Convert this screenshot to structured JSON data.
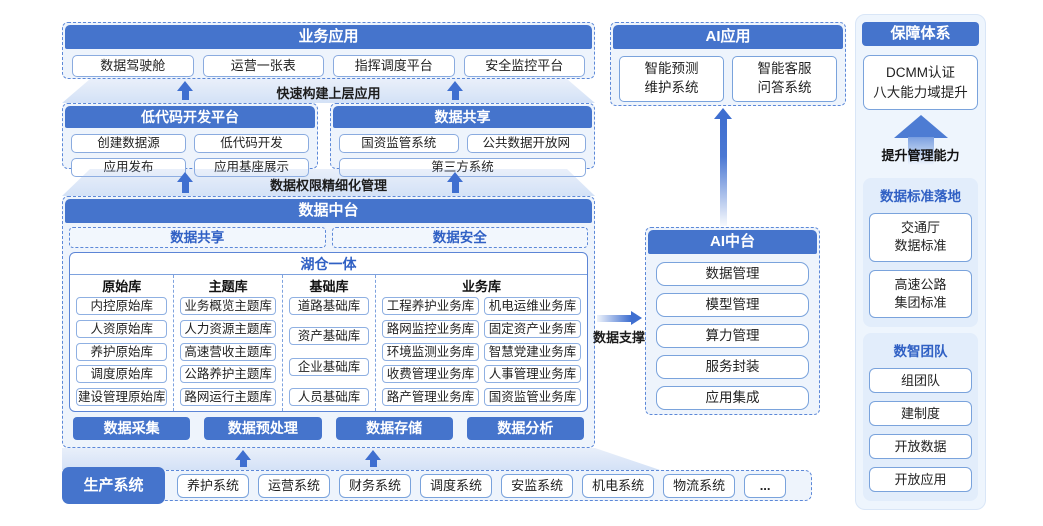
{
  "colors": {
    "primary_blue": "#4574cc",
    "arrow_blue": "#3f6fd0",
    "panel_light": "#eef4fc",
    "accent_text": "#3060c4"
  },
  "business_app": {
    "title": "业务应用",
    "items": [
      "数据驾驶舱",
      "运营一张表",
      "指挥调度平台",
      "安全监控平台"
    ]
  },
  "connectors": {
    "build_apps": "快速构建上层应用",
    "permissions": "数据权限精细化管理"
  },
  "lowcode": {
    "title": "低代码开发平台",
    "items": [
      "创建数据源",
      "低代码开发",
      "应用发布",
      "应用基座展示"
    ]
  },
  "datashare": {
    "title": "数据共享",
    "items": [
      "国资监管系统",
      "公共数据开放网",
      "第三方系统"
    ]
  },
  "data_platform": {
    "title": "数据中台",
    "sub_headers": [
      "数据共享",
      "数据安全"
    ],
    "lakehouse": {
      "title": "湖仓一体",
      "columns": [
        {
          "header": "原始库",
          "items": [
            "内控原始库",
            "人资原始库",
            "养护原始库",
            "调度原始库",
            "建设管理原始库"
          ]
        },
        {
          "header": "主题库",
          "items": [
            "业务概览主题库",
            "人力资源主题库",
            "高速营收主题库",
            "公路养护主题库",
            "路网运行主题库"
          ]
        },
        {
          "header": "基础库",
          "items": [
            "道路基础库",
            "资产基础库",
            "企业基础库",
            "人员基础库"
          ]
        },
        {
          "header": "业务库",
          "left": [
            "工程养护业务库",
            "路网监控业务库",
            "环境监测业务库",
            "收费管理业务库",
            "路产管理业务库"
          ],
          "right": [
            "机电运维业务库",
            "固定资产业务库",
            "智慧党建业务库",
            "人事管理业务库",
            "国资监管业务库"
          ]
        }
      ]
    },
    "process": [
      "数据采集",
      "数据预处理",
      "数据存储",
      "数据分析"
    ]
  },
  "production": {
    "label": "生产系统",
    "systems": [
      "养护系统",
      "运营系统",
      "财务系统",
      "调度系统",
      "安监系统",
      "机电系统",
      "物流系统",
      "..."
    ]
  },
  "ai_app": {
    "title": "AI应用",
    "items": [
      "智能预测\n维护系统",
      "智能客服\n问答系统"
    ]
  },
  "ai_platform": {
    "title": "AI中台",
    "items": [
      "数据管理",
      "模型管理",
      "算力管理",
      "服务封装",
      "应用集成"
    ]
  },
  "labels": {
    "data_support": "数据支撑"
  },
  "assurance": {
    "title": "保障体系",
    "dcmm": "DCMM认证\n八大能力域提升",
    "arrow_label": "提升管理能力",
    "standards": {
      "title": "数据标准落地",
      "items": [
        "交通厅\n数据标准",
        "高速公路\n集团标准"
      ]
    },
    "team": {
      "title": "数智团队",
      "items": [
        "组团队",
        "建制度",
        "开放数据",
        "开放应用"
      ]
    }
  }
}
